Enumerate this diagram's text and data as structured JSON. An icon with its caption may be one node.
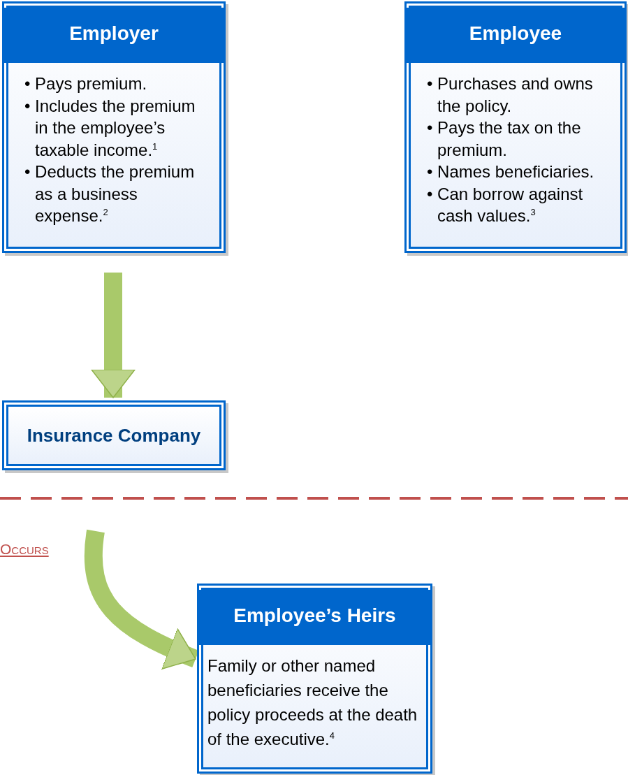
{
  "diagram": {
    "nodes": [
      {
        "text": [
          "Employer",
          "• Pays premium.",
          "• Includes the premium in the employee’s taxable income.$^{1}$",
          "• Deducts the premium as a business expense.$^{2}$"
        ]
      },
      {
        "text": [
          "Employee",
          "• Purchases and owns the policy.",
          "• Pays the tax on the premium.",
          "• Names beneficiaries.",
          "• Can borrow against cash values.$^{3}$"
        ]
      },
      {
        "text": [
          "Insurance Company"
        ]
      },
      {
        "text": [
          "Employee’s Heirs",
          "Family or other named beneficiaries receive the policy proceeds at the death of the executive.$^{4}$"
        ]
      }
    ],
    "edges": [
      {
        "from": 0,
        "to": 2,
        "arrow": "to"
      },
      {
        "from": null,
        "to": 3,
        "arrow": "to"
      }
    ],
    "labels": [
      "Occurs"
    ]
  }
}
